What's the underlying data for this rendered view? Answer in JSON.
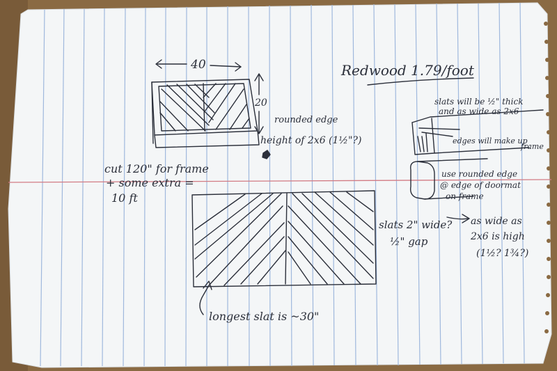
{
  "photo": {
    "colors": {
      "table": "#8a6a43",
      "paper": "#f4f6f7",
      "rule_blue": "#9fb8dd",
      "margin_red": "#d27b84",
      "ink": "#2b2f3a"
    }
  },
  "notes": {
    "title": "Redwood 1.79/foot",
    "width_label": "40",
    "height_label": "20",
    "rounded_edge": "rounded edge",
    "height_of": "height of 2x6 (1½\"?)",
    "cut_line1": "cut 120\" for frame",
    "cut_line2": "+ some extra =",
    "cut_line3": "10 ft",
    "slat_thick_line1": "slats will be ½\" thick",
    "slat_thick_line2": "and as wide as 2x6",
    "edges_line1": "edges will make up",
    "edges_line2": "frame",
    "rounded_line1": "use rounded edge",
    "rounded_line2": "@ edge of doormat",
    "rounded_line3": "on frame",
    "slats_wide": "slats 2\" wide?",
    "gap": "½\" gap",
    "as_wide_line1": "as wide as",
    "as_wide_line2": "2x6 is high",
    "as_wide_line3": "(1½? 1¾?)",
    "longest": "longest slat is ~30\""
  }
}
